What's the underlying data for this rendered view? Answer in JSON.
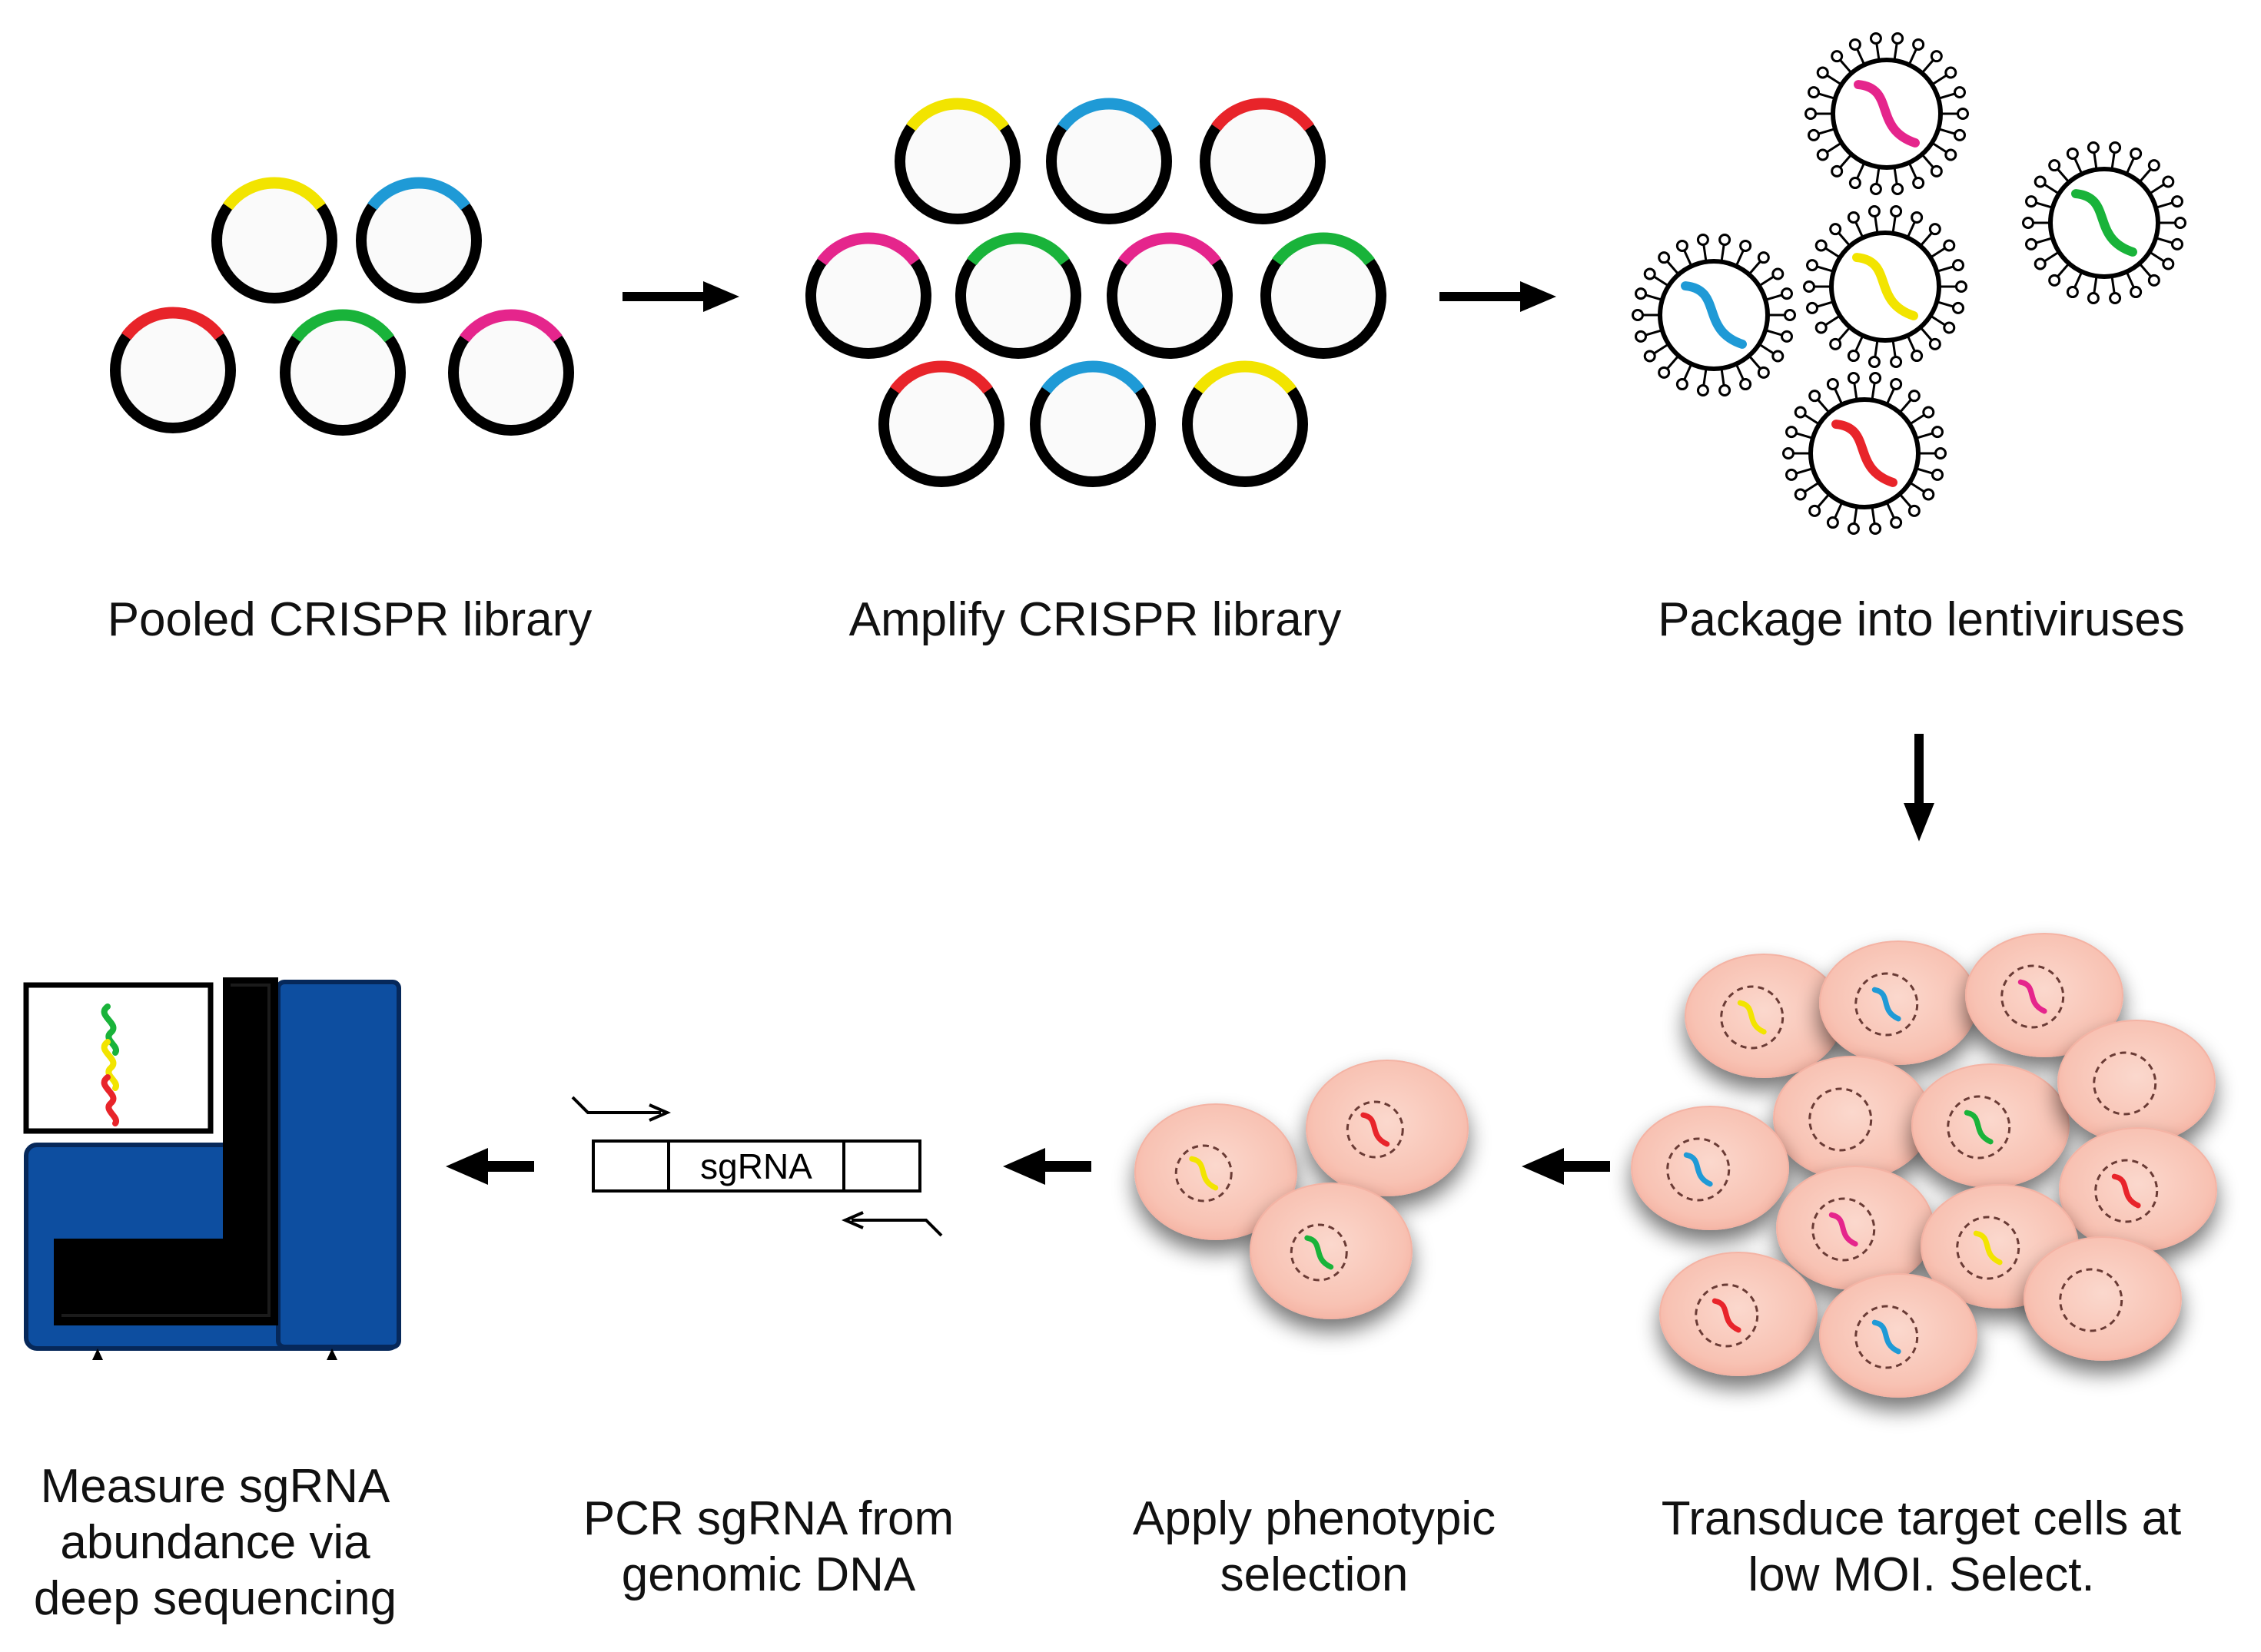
{
  "steps": {
    "pooled_library": {
      "line1": "Pooled CRISPR library"
    },
    "amplify_library": {
      "line1": "Amplify CRISPR library"
    },
    "package_lentivirus": {
      "line1": "Package into lentiviruses"
    },
    "transduce": {
      "line1": "Transduce target cells at",
      "line2": "low MOI.  Select."
    },
    "phenotypic_selection": {
      "line1": "Apply phenotypic",
      "line2": "selection"
    },
    "pcr": {
      "line1": "PCR sgRNA from",
      "line2": "genomic DNA"
    },
    "measure": {
      "line1": "Measure sgRNA",
      "line2": "abundance via",
      "line3": "deep sequencing"
    }
  },
  "amplicon": {
    "label": "sgRNA"
  },
  "colors": {
    "yellow": "#f2e400",
    "blue": "#1f9ad6",
    "red": "#e8242a",
    "green": "#19b33a",
    "magenta": "#e5258c",
    "plasmid": "#000000",
    "cell_fill": "#f8c3b5",
    "cell_edge": "#f4b3a4",
    "sequencer": "#0d4ea0"
  },
  "icons": {
    "plasmid": "plasmid-ring-icon",
    "virus": "lentivirus-particle-icon",
    "cell": "target-cell-icon",
    "sequencer": "sequencer-machine-icon",
    "primer": "primer-arrow-icon",
    "flow": "flow-arrow-icon"
  }
}
